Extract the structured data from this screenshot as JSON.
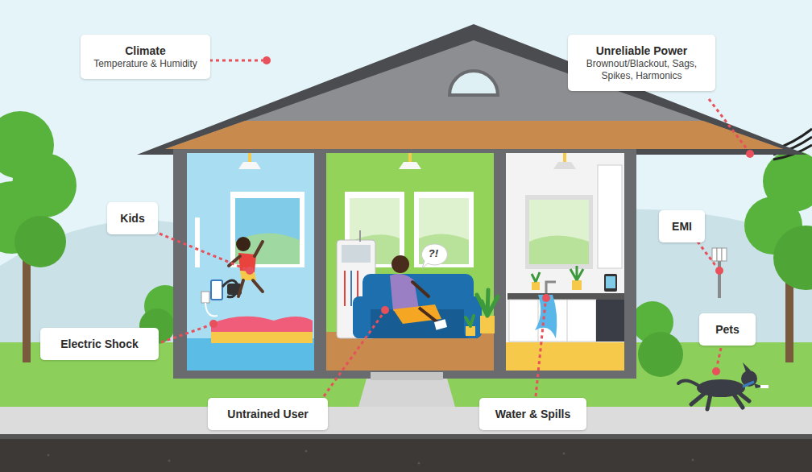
{
  "diagram": {
    "nodes": [
      {
        "text": [
          "Climate",
          "Temperature & Humidity"
        ]
      },
      {
        "text": [
          "Unreliable Power",
          "Brownout/Blackout, Sags, Spikes, Harmonics"
        ]
      },
      {
        "text": [
          "Kids"
        ]
      },
      {
        "text": [
          "EMI"
        ]
      },
      {
        "text": [
          "?!"
        ]
      },
      {
        "text": [
          "Pets"
        ]
      },
      {
        "text": [
          "Electric Shock"
        ]
      },
      {
        "text": [
          "Untrained User"
        ]
      },
      {
        "text": [
          "Water & Spills"
        ]
      }
    ]
  }
}
